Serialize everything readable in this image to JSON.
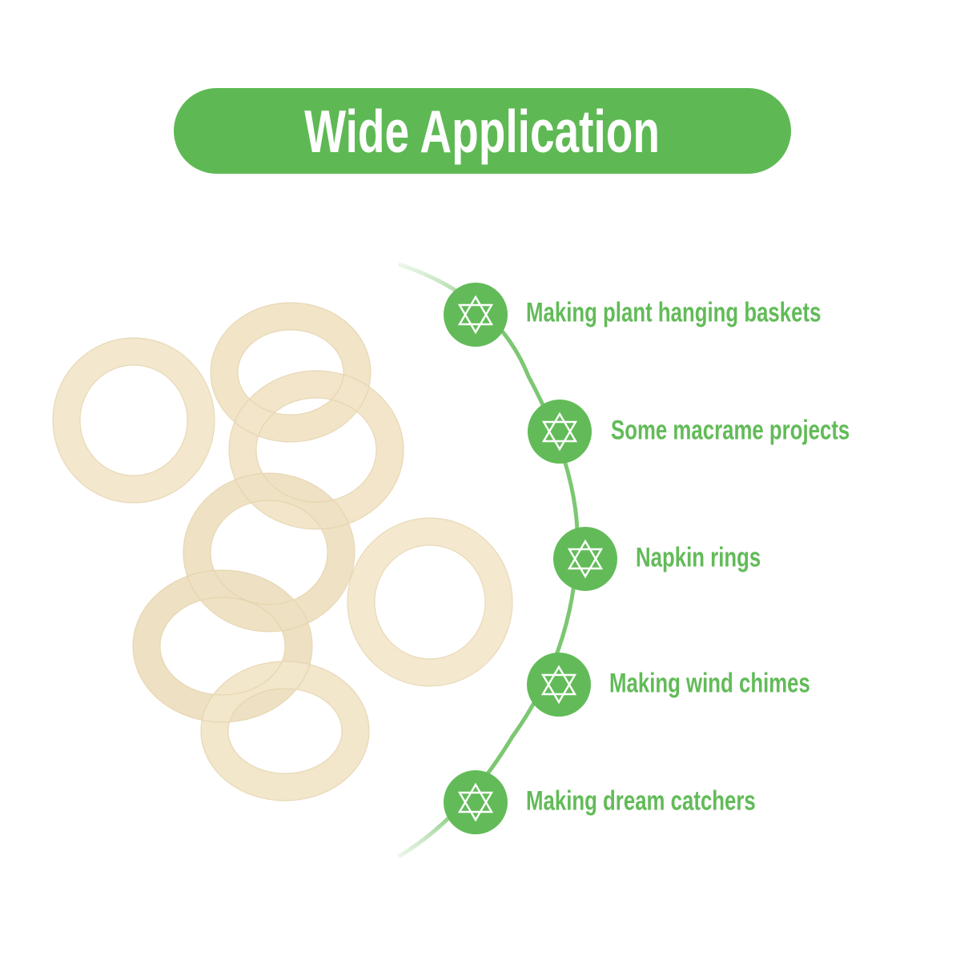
{
  "header": {
    "title": "Wide Application",
    "pill_color": "#5eb954"
  },
  "applications": {
    "accent_color": "#62bb58",
    "items": [
      {
        "label": "Making plant hanging baskets",
        "icon": "star-of-david-icon"
      },
      {
        "label": "Some macrame projects",
        "icon": "star-of-david-icon"
      },
      {
        "label": "Napkin rings",
        "icon": "star-of-david-icon"
      },
      {
        "label": "Making wind chimes",
        "icon": "star-of-david-icon"
      },
      {
        "label": "Making dream catchers",
        "icon": "star-of-david-icon"
      }
    ]
  },
  "product": {
    "name": "wooden rings",
    "count": 7,
    "wood_color": "#f3e6c8"
  }
}
